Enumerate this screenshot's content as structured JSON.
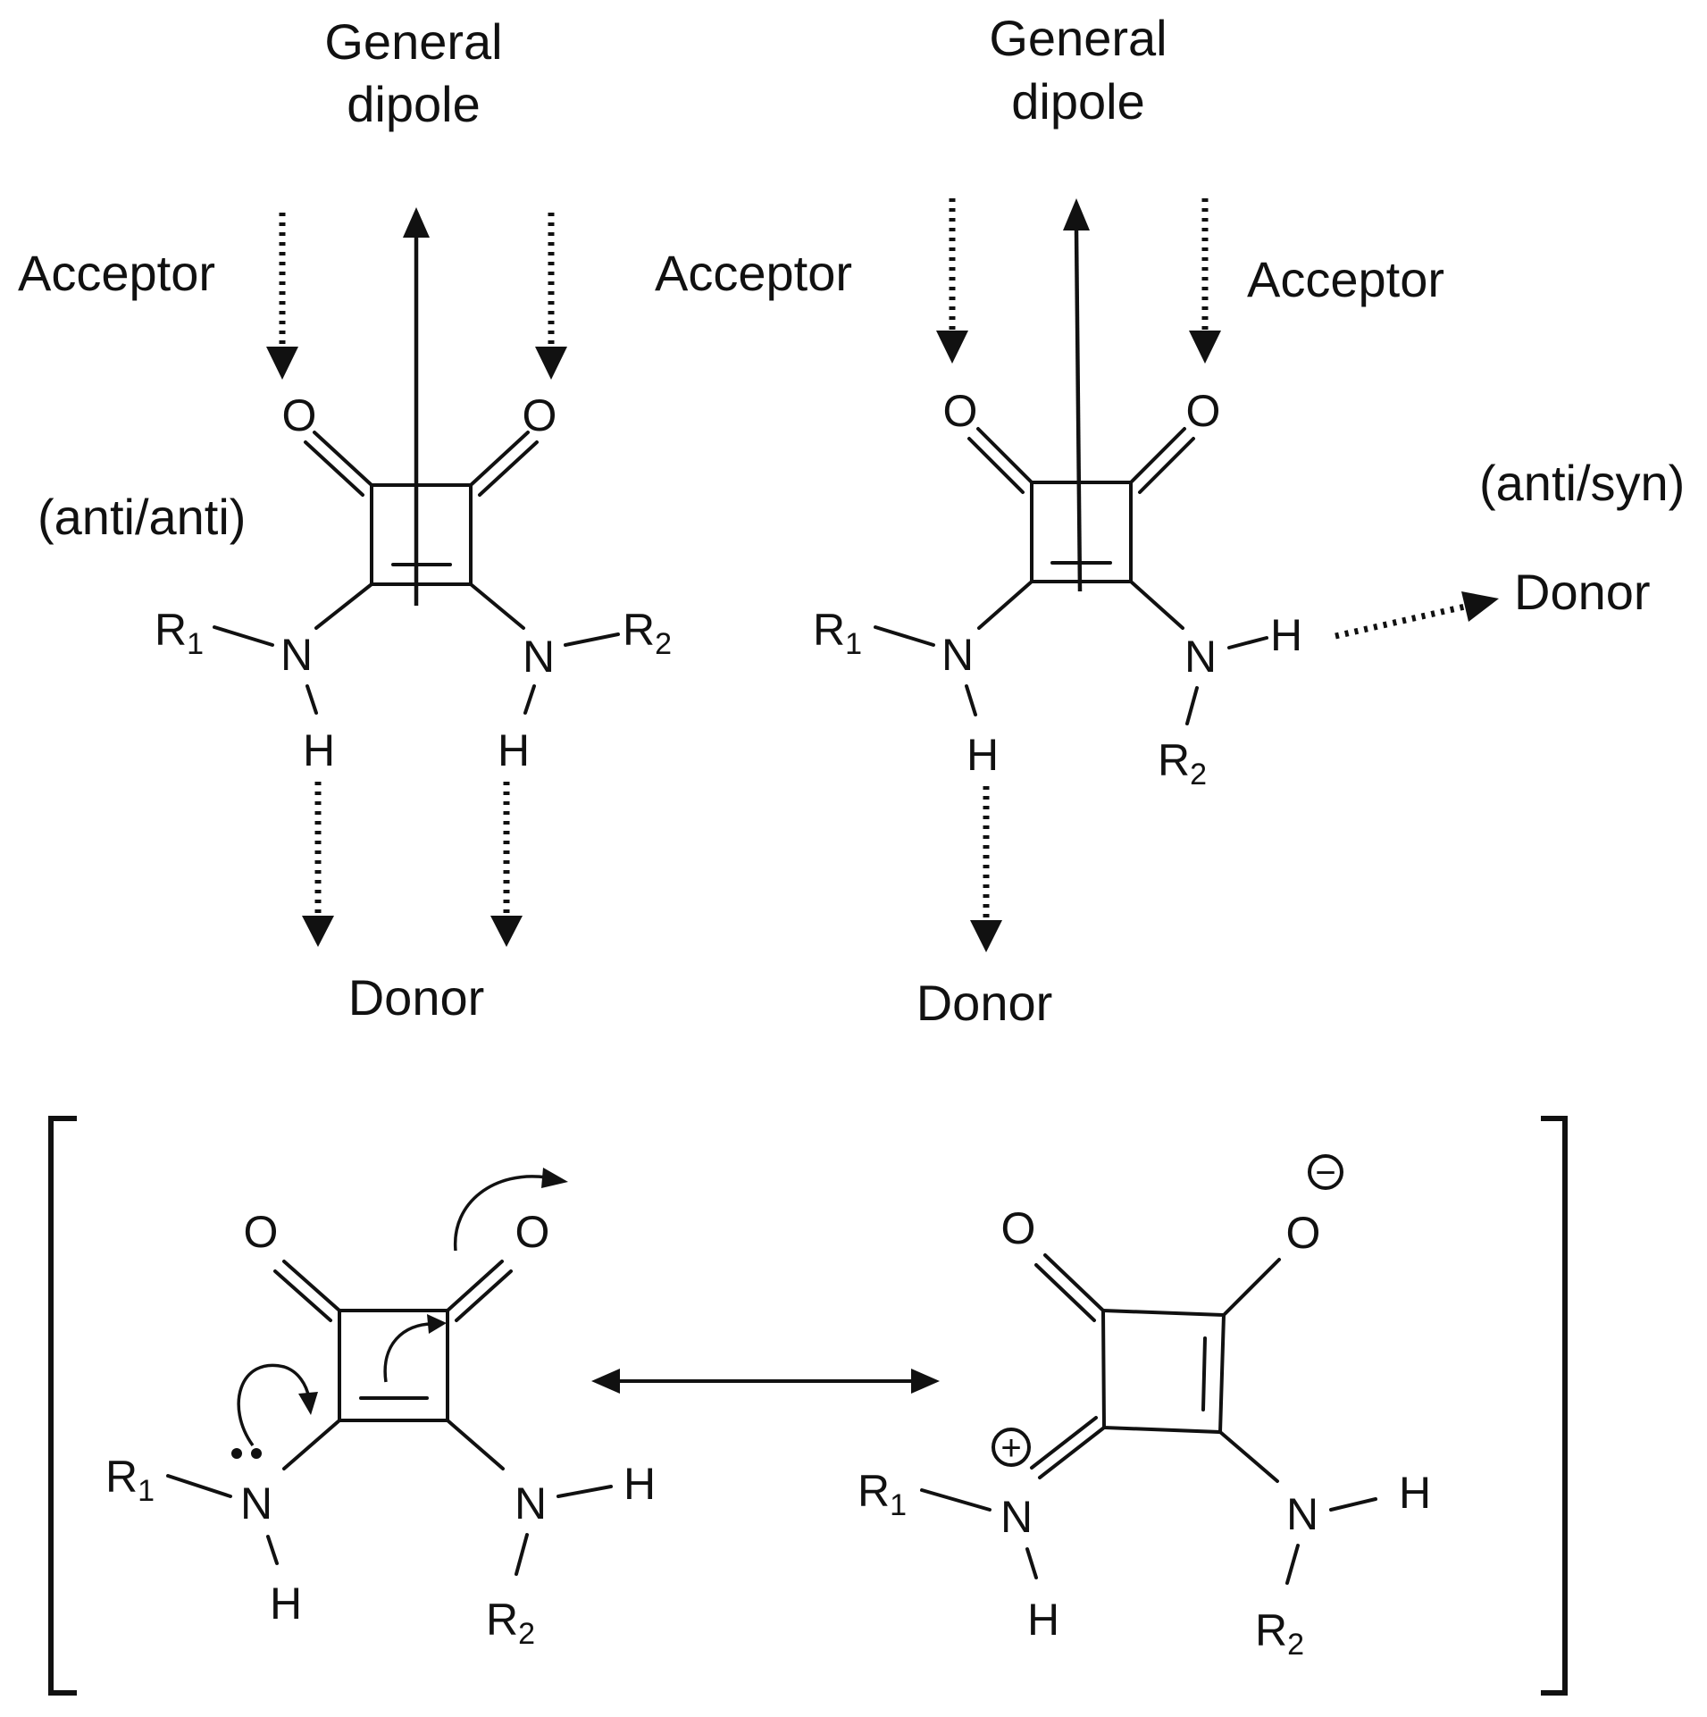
{
  "labels": {
    "general_dipole_line1": "General",
    "general_dipole_line2": "dipole",
    "acceptor": "Acceptor",
    "donor": "Donor",
    "anti_anti": "(anti/anti)",
    "anti_syn": "(anti/syn)"
  },
  "atoms": {
    "oxygen": "O",
    "nitrogen": "N",
    "hydrogen": "H",
    "r": "R",
    "sub_1": "1",
    "sub_2": "2"
  },
  "charges": {
    "plus": "+",
    "minus": "−"
  }
}
